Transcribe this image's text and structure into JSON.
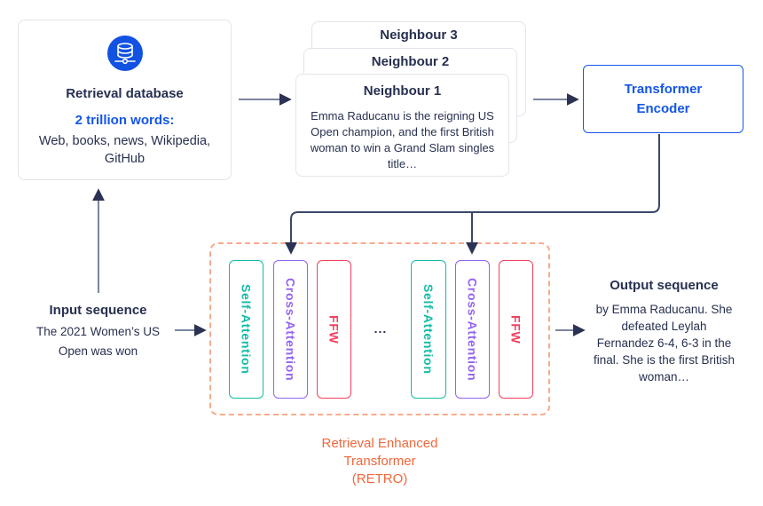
{
  "colors": {
    "navy": "#273050",
    "blue": "#1356E9",
    "icon_blue": "#1152E3",
    "teal": "#14BCA7",
    "purple": "#9463F0",
    "red": "#F3405F",
    "orange": "#F1673A",
    "orange_dash": "#F8AB8B",
    "card_border": "#E2E5EB",
    "arrow_shaft": "#7A85A0",
    "arrow_head": "#2B3253",
    "encoder_line": "#3C4767"
  },
  "database": {
    "icon": "database-icon",
    "title": "Retrieval database",
    "highlight": "2 trillion words:",
    "lines": [
      "Web, books, news, Wikipedia,",
      "GitHub"
    ]
  },
  "neighbours": {
    "card3_title": "Neighbour 3",
    "card2_title": "Neighbour 2",
    "card1_title": "Neighbour 1",
    "card1_lines": [
      "Emma Raducanu is the reigning US",
      "Open champion, and the first British",
      "woman to win a Grand Slam singles",
      "title…"
    ]
  },
  "encoder": {
    "lines": [
      "Transformer",
      "Encoder"
    ]
  },
  "retro": {
    "blocks": [
      {
        "label": "Self-Attention",
        "color": "teal"
      },
      {
        "label": "Cross-Attention",
        "color": "purple"
      },
      {
        "label": "FFW",
        "color": "red"
      },
      {
        "label": "Self-Attention",
        "color": "teal"
      },
      {
        "label": "Cross-Attention",
        "color": "purple"
      },
      {
        "label": "FFW",
        "color": "red"
      }
    ],
    "ellipsis": "...",
    "caption_lines": [
      "Retrieval Enhanced",
      "Transformer",
      "(RETRO)"
    ]
  },
  "input": {
    "title": "Input sequence",
    "lines": [
      "The 2021 Women’s US",
      "Open was won"
    ]
  },
  "output": {
    "title": "Output sequence",
    "lines": [
      "by Emma Raducanu. She",
      "defeated Leylah",
      "Fernandez 6-4, 6-3 in the",
      "final. She is the first British",
      "woman…"
    ]
  }
}
